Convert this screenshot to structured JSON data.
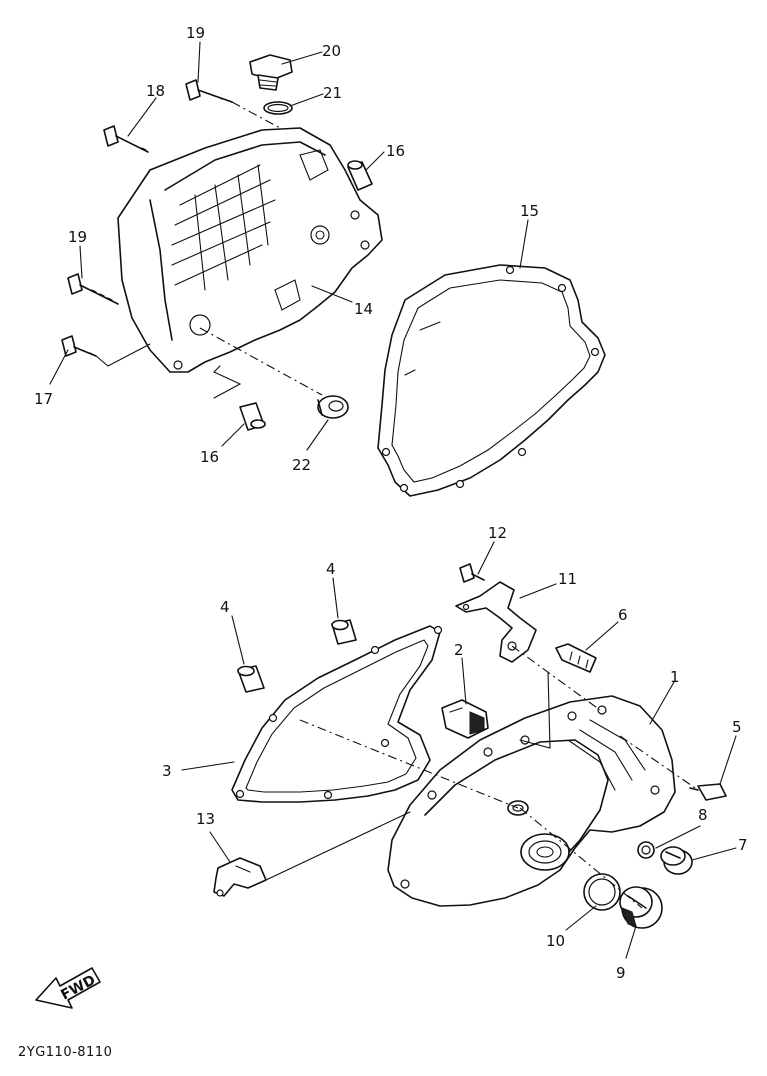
{
  "diagram": {
    "doc_code": "2YG110-8110",
    "fwd_label": "FWD",
    "callouts": [
      {
        "id": "c1",
        "text": "1"
      },
      {
        "id": "c2",
        "text": "2"
      },
      {
        "id": "c3",
        "text": "3"
      },
      {
        "id": "c4a",
        "text": "4"
      },
      {
        "id": "c4b",
        "text": "4"
      },
      {
        "id": "c5",
        "text": "5"
      },
      {
        "id": "c6",
        "text": "6"
      },
      {
        "id": "c7",
        "text": "7"
      },
      {
        "id": "c8",
        "text": "8"
      },
      {
        "id": "c9",
        "text": "9"
      },
      {
        "id": "c10",
        "text": "10"
      },
      {
        "id": "c11",
        "text": "11"
      },
      {
        "id": "c12",
        "text": "12"
      },
      {
        "id": "c13",
        "text": "13"
      },
      {
        "id": "c14",
        "text": "14"
      },
      {
        "id": "c15",
        "text": "15"
      },
      {
        "id": "c16a",
        "text": "16"
      },
      {
        "id": "c16b",
        "text": "16"
      },
      {
        "id": "c17",
        "text": "17"
      },
      {
        "id": "c18",
        "text": "18"
      },
      {
        "id": "c19a",
        "text": "19"
      },
      {
        "id": "c19b",
        "text": "19"
      },
      {
        "id": "c20",
        "text": "20"
      },
      {
        "id": "c21",
        "text": "21"
      },
      {
        "id": "c22",
        "text": "22"
      }
    ]
  }
}
